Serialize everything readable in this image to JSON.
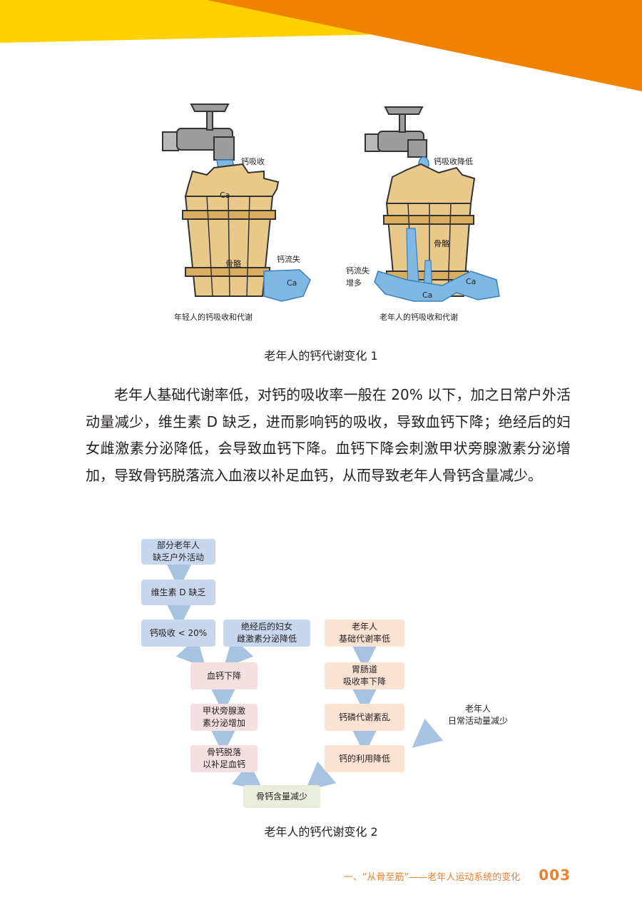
{
  "figure1": {
    "left": {
      "absorb_label": "钙吸收",
      "ca_top": "Ca",
      "bone_label": "骨骼",
      "loss_label": "钙流失",
      "ca_bottom": "Ca",
      "title": "年轻人的钙吸收和代谢"
    },
    "right": {
      "absorb_label": "钙吸收降低",
      "bone_label": "骨骼",
      "loss_label_1": "钙流失",
      "loss_label_2": "增多",
      "ca_a": "Ca",
      "ca_b": "Ca",
      "title": "老年人的钙吸收和代谢"
    },
    "caption": "老年人的钙代谢变化 1"
  },
  "paragraph": "老年人基础代谢率低，对钙的吸收率一般在 20% 以下，加之日常户外活动量减少，维生素 D 缺乏，进而影响钙的吸收，导致血钙下降；绝经后的妇女雌激素分泌降低，会导致血钙下降。血钙下降会刺激甲状旁腺激素分泌增加，导致骨钙脱落流入血液以补足血钙，从而导致老年人骨钙含量减少。",
  "figure2": {
    "nodes": {
      "outdoor": "部分老年人\n缺乏户外活动",
      "vitd": "维生素 D 缺乏",
      "absorb": "钙吸收 < 20%",
      "menopause": "绝经后的妇女\n雌激素分泌降低",
      "blood_ca": "血钙下降",
      "pth": "甲状旁腺激\n素分泌增加",
      "bone_release": "骨钙脱落\n以补足血钙",
      "bmr": "老年人\n基础代谢率低",
      "gi": "胃肠道\n吸收率下降",
      "metabolism": "钙磷代谢紊乱",
      "utilization": "钙的利用降低",
      "activity": "老年人\n日常活动量减少",
      "result": "骨钙含量减少"
    },
    "caption": "老年人的钙代谢变化 2"
  },
  "footer": {
    "section": "一、“从骨至筋”——老年人运动系统的变化",
    "page": "003"
  },
  "colors": {
    "banner_yellow": "#fdd100",
    "banner_orange": "#ef8200",
    "water": "#7fb8e3",
    "bucket": "#e9c98a",
    "flow_blue": "#c7d8ee",
    "flow_pink": "#f4dfe1",
    "flow_peach": "#fbe3d4",
    "flow_green": "#e8eedb",
    "arrow": "#a8c3e2",
    "footer": "#ee7f2d"
  }
}
